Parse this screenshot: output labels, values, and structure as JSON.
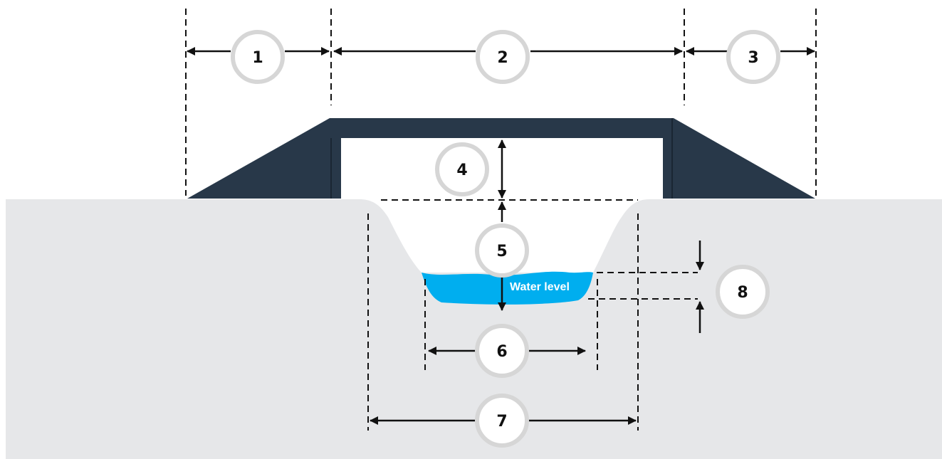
{
  "colors": {
    "background": "#ffffff",
    "ground": "#e6e7e9",
    "structure": "#283849",
    "water": "#00aeef",
    "line": "#111111",
    "badge_ring": "#d6d6d6",
    "badge_fill": "#ffffff",
    "water_label": "#ffffff"
  },
  "labels": {
    "water_level": "Water level"
  },
  "badges": [
    {
      "id": "1",
      "text": "1"
    },
    {
      "id": "2",
      "text": "2"
    },
    {
      "id": "3",
      "text": "3"
    },
    {
      "id": "4",
      "text": "4"
    },
    {
      "id": "5",
      "text": "5"
    },
    {
      "id": "6",
      "text": "6"
    },
    {
      "id": "7",
      "text": "7"
    },
    {
      "id": "8",
      "text": "8"
    }
  ]
}
